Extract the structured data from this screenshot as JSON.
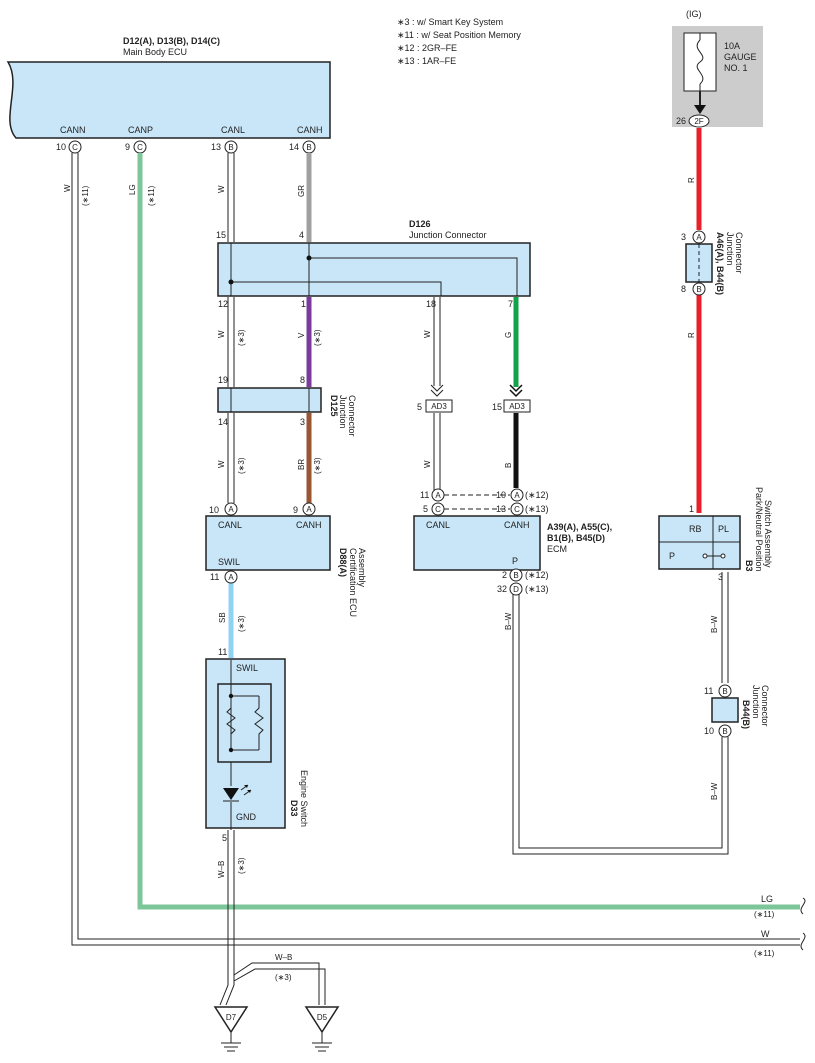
{
  "notes": {
    "n3": "∗3 : w/ Smart Key System",
    "n11": "∗11 : w/ Seat Position Memory",
    "n12": "∗12 : 2GR–FE",
    "n13": "∗13 : 1AR–FE"
  },
  "main_ecu": {
    "codes": "D12(A), D13(B), D14(C)",
    "name": "Main Body ECU",
    "pins": [
      {
        "label": "CANN",
        "num": "10",
        "conn": "C"
      },
      {
        "label": "CANP",
        "num": "9",
        "conn": "C"
      },
      {
        "label": "CANL",
        "num": "13",
        "conn": "B"
      },
      {
        "label": "CANH",
        "num": "14",
        "conn": "B"
      }
    ]
  },
  "ig_fuse": {
    "ig": "(IG)",
    "rating": "10A",
    "name1": "GAUGE",
    "name2": "NO. 1",
    "pin_num": "26",
    "pin_code": "2F"
  },
  "d126": {
    "code": "D126",
    "name": "Junction Connector",
    "top_pins": [
      "15",
      "4"
    ],
    "bottom_pins": [
      "12",
      "1",
      "18",
      "7"
    ]
  },
  "d125": {
    "code": "D125",
    "name1": "Junction",
    "name2": "Connector",
    "top_pins": [
      "19",
      "8"
    ],
    "bottom_pins": [
      "14",
      "3"
    ]
  },
  "ad3": {
    "left_num": "5",
    "right_num": "15",
    "label": "AD3"
  },
  "jc_a46": {
    "code": "A46(A), B44(B)",
    "name1": "Junction",
    "name2": "Connector",
    "top_num": "3",
    "top_code": "A",
    "bot_num": "8",
    "bot_code": "B"
  },
  "d88": {
    "code": "D88(A)",
    "name1": "Certification ECU",
    "name2": "Assembly",
    "canl": "CANL",
    "canh": "CANH",
    "swil": "SWIL",
    "canl_pin": "10",
    "canh_pin": "9",
    "swil_pin": "11",
    "conn": "A"
  },
  "ecm": {
    "code1": "A39(A), A55(C),",
    "code2": "B1(B), B45(D)",
    "name": "ECM",
    "canl": "CANL",
    "canh": "CANH",
    "p": "P",
    "canl_rows": [
      {
        "num": "11",
        "code": "A"
      },
      {
        "num": "5",
        "code": "C"
      }
    ],
    "canh_rows": [
      {
        "num": "10",
        "code": "A",
        "note": "(∗12)"
      },
      {
        "num": "13",
        "code": "C",
        "note": "(∗13)"
      }
    ],
    "p_rows": [
      {
        "num": "2",
        "code": "B",
        "note": "(∗12)"
      },
      {
        "num": "32",
        "code": "D",
        "note": "(∗13)"
      }
    ]
  },
  "b3": {
    "code": "B3",
    "name1": "Park/Neutral Position",
    "name2": "Switch Assembly",
    "rb": "RB",
    "pl": "PL",
    "p": "P",
    "top_pin": "1",
    "bot_pin": "3"
  },
  "b44": {
    "code": "B44(B)",
    "name1": "Junction",
    "name2": "Connector",
    "top_num": "11",
    "bot_num": "10",
    "conn": "B"
  },
  "d33": {
    "code": "D33",
    "name": "Engine Switch",
    "swil": "SWIL",
    "gnd": "GND",
    "top_pin": "11",
    "bot_pin": "5"
  },
  "grounds": {
    "left": "D7",
    "right": "D5"
  },
  "wires": {
    "w": "W",
    "lg": "LG",
    "gr": "GR",
    "v": "V",
    "g": "G",
    "br": "BR",
    "b": "B",
    "sb": "SB",
    "r": "R",
    "bw": "B–W",
    "wb": "W–B",
    "n3": "(∗3)",
    "n11": "(∗11)",
    "n12": "(∗12)",
    "n13": "(∗13)"
  },
  "colors": {
    "ecu_fill": "#c8e6f8",
    "wire_lg": "#7cc69a",
    "wire_gr": "#a0a0a0",
    "wire_v": "#7a3b9c",
    "wire_g": "#11a24a",
    "wire_br": "#9a5634",
    "wire_b": "#111111",
    "wire_sb": "#8fd3f4",
    "wire_r": "#e8202a",
    "fuse_bg": "#cccccc"
  }
}
